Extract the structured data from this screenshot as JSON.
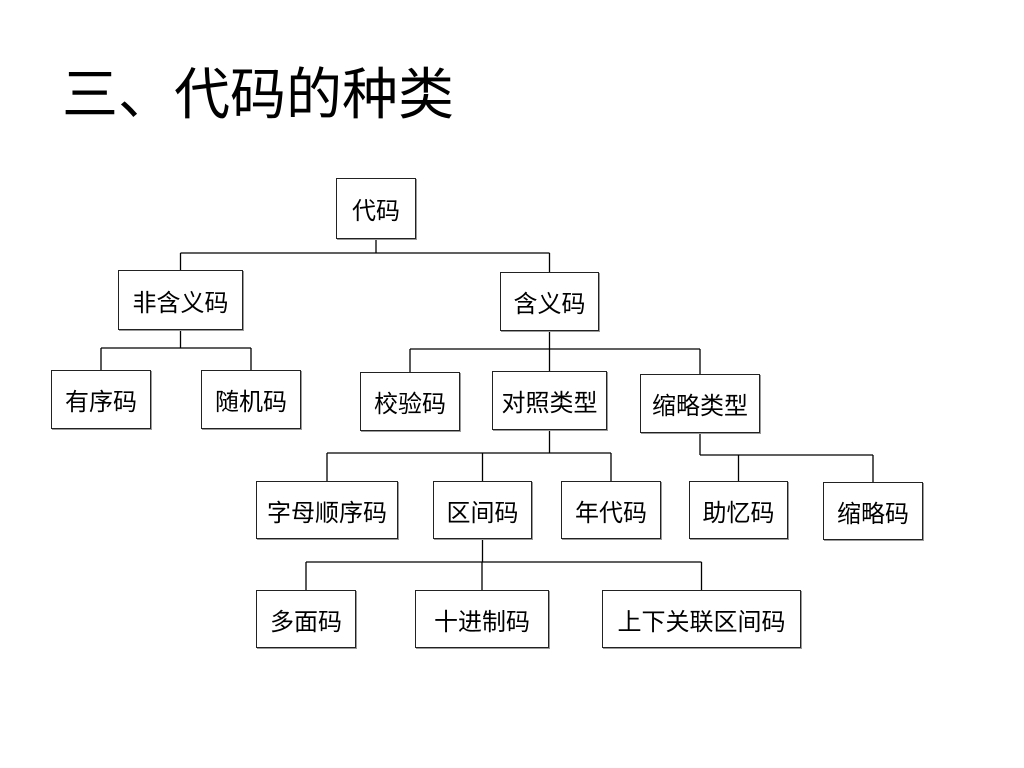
{
  "slide": {
    "title": "三、代码的种类"
  },
  "diagram": {
    "nodes": {
      "root": "代码",
      "non_meaning": "非含义码",
      "meaning": "含义码",
      "sequential": "有序码",
      "random": "随机码",
      "check": "校验码",
      "contrast_type": "对照类型",
      "abbrev_type": "缩略类型",
      "alpha_order": "字母顺序码",
      "interval": "区间码",
      "era": "年代码",
      "mnemonic": "助忆码",
      "abbrev": "缩略码",
      "multi_face": "多面码",
      "decimal": "十进制码",
      "upper_lower": "上下关联区间码"
    },
    "edges": [
      [
        "root",
        "non_meaning"
      ],
      [
        "root",
        "meaning"
      ],
      [
        "non_meaning",
        "sequential"
      ],
      [
        "non_meaning",
        "random"
      ],
      [
        "meaning",
        "check"
      ],
      [
        "meaning",
        "contrast_type"
      ],
      [
        "meaning",
        "abbrev_type"
      ],
      [
        "contrast_type",
        "alpha_order"
      ],
      [
        "contrast_type",
        "interval"
      ],
      [
        "contrast_type",
        "era"
      ],
      [
        "abbrev_type",
        "mnemonic"
      ],
      [
        "abbrev_type",
        "abbrev"
      ],
      [
        "interval",
        "multi_face"
      ],
      [
        "interval",
        "decimal"
      ],
      [
        "interval",
        "upper_lower"
      ]
    ]
  }
}
